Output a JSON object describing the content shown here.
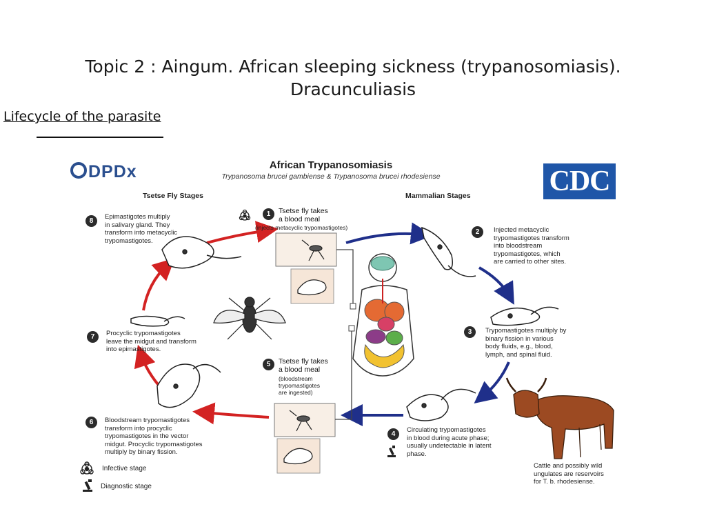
{
  "slide": {
    "title_line1": "Topic 2 : Aingum. African sleeping sickness (trypanosomiasis).",
    "title_line2": "Dracunculiasis",
    "subtitle": "Lifecycle of the parasite"
  },
  "figure": {
    "title": "African Trypanosomiasis",
    "subtitle": "Trypanosoma brucei gambiense & Trypanosoma brucei rhodesiense",
    "logo_left": "DPDx",
    "logo_right": "CDC",
    "fly_stages_label": "Tsetse Fly Stages",
    "mammal_stages_label": "Mammalian Stages",
    "steps": [
      {
        "num": "1",
        "text": "Tsetse fly takes\na blood meal",
        "note": "(injects metacyclic trypomastigotes)"
      },
      {
        "num": "2",
        "text": "Injected metacyclic\ntrypomastigotes transform\ninto bloodstream\ntrypomastigotes, which\nare carried to other sites."
      },
      {
        "num": "3",
        "text": "Trypomastigotes multiply by\nbinary fission in various\nbody fluids, e.g., blood,\nlymph, and spinal fluid."
      },
      {
        "num": "4",
        "text": "Circulating trypomastigotes\nin blood during acute phase;\nusually undetectable in latent\nphase."
      },
      {
        "num": "5",
        "text": "Tsetse fly takes\na blood meal",
        "note": "(bloodstream\ntrypomastigotes\nare ingested)"
      },
      {
        "num": "6",
        "text": "Bloodstream trypomastigotes\ntransform into procyclic\ntrypomastigotes in the vector\nmidgut. Procyclic trypomastigotes\nmultiply by binary fission."
      },
      {
        "num": "7",
        "text": "Procyclic trypomastigotes\nleave the midgut and transform\ninto epimastigotes."
      },
      {
        "num": "8",
        "text": "Epimastigotes multiply\nin salivary gland. They\ntransform into metacyclic\ntrypomastigotes."
      }
    ],
    "reservoir_note": "Cattle and possibly wild\nungulates are reservoirs\nfor T. b. rhodesiense.",
    "legend": {
      "infective": "Infective stage",
      "diagnostic": "Diagnostic stage"
    },
    "colors": {
      "fly_arrow": "#d32222",
      "mammal_arrow": "#1f2f8a",
      "logo_blue": "#1f56a8"
    }
  }
}
